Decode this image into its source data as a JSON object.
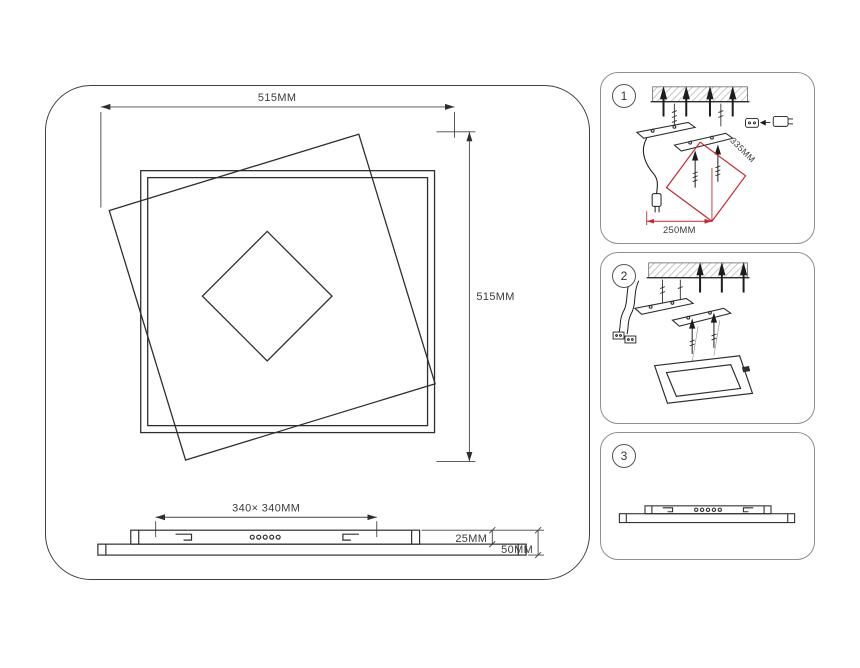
{
  "colors": {
    "line": "#2e2e2e",
    "accent_red": "#c4282d",
    "panel_border": "#8f8f8f"
  },
  "main_view": {
    "dim_top": "515MM",
    "dim_right": "515MM",
    "dim_inner": "340× 340MM",
    "dim_height_upper": "25MM",
    "dim_height_total": "50MM"
  },
  "steps": [
    {
      "number": "1",
      "dim_diagonal": "335MM",
      "dim_bottom": "250MM"
    },
    {
      "number": "2"
    },
    {
      "number": "3"
    }
  ]
}
